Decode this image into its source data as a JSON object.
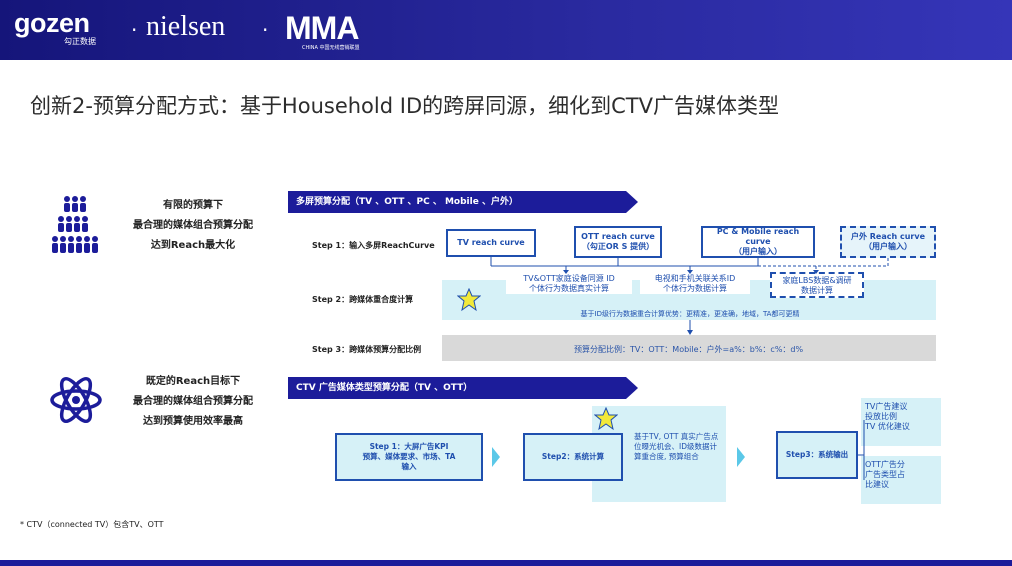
{
  "header": {
    "logo_gozen": "gozen",
    "logo_gozen_sub": "勾正数据",
    "separator": "·",
    "logo_nielsen": "nielsen",
    "logo_mma": "MMA",
    "logo_mma_sub": "CHINA 中国无线营销联盟"
  },
  "title": "创新2-预算分配方式：基于Household ID的跨屏同源，细化到CTV广告媒体类型",
  "left_top": {
    "line1": "有限的预算下",
    "line2": "最合理的媒体组合预算分配",
    "line3": "达到Reach最大化",
    "icon": "people-group-icon"
  },
  "left_bottom": {
    "line1": "既定的Reach目标下",
    "line2": "最合理的媒体组合预算分配",
    "line3": "达到预算使用效率最高",
    "icon": "atom-icon"
  },
  "section1": {
    "banner": "多屏预算分配（TV 、OTT 、PC 、 Mobile 、户外）",
    "step1_label": "Step 1：输入多屏ReachCurve",
    "curves": [
      "TV reach curve",
      "OTT reach curve\n（勾正OR S 提供）",
      "PC & Mobile reach curve\n（用户输入）",
      "户外 Reach curve\n（用户输入）"
    ],
    "step2_label": "Step 2：跨媒体重合度计算",
    "notes": [
      "TV&OTT家庭设备同源 ID\n个体行为数据真实计算",
      "电视和手机关联关系ID\n个体行为数据计算",
      "家庭LBS数据&调研\n数据计算"
    ],
    "advantage": "基于ID级行为数据重合计算优势：更精准，更准确，地域，TA都可更精",
    "step3_label": "Step 3：跨媒体预算分配比例",
    "ratio": "预算分配比例：TV：OTT：Mobile：户外=a%：b%：c%：d%"
  },
  "section2": {
    "banner": "CTV 广告媒体类型预算分配（TV 、OTT）",
    "step1": "Step 1：大屏广告KPI\n预算、媒体要求、市场、TA\n输入",
    "step2": "Step2：系统计算",
    "calc_note": "基于TV, OTT 真实广告点位曝光机会、ID级数据计算重合度, 预算组合",
    "step3": "Step3：系统输出",
    "output1": "TV广告建议\n投放比例\nTV 优化建议",
    "output2": "OTT广告分\n广告类型占\n比建议"
  },
  "footnote": "* CTV（connected TV）包含TV、OTT",
  "colors": {
    "brand_dark": "#1c1c9a",
    "accent_blue": "#1f4fae",
    "light_cyan": "#d6f1f7",
    "star": "#f2e93a"
  }
}
